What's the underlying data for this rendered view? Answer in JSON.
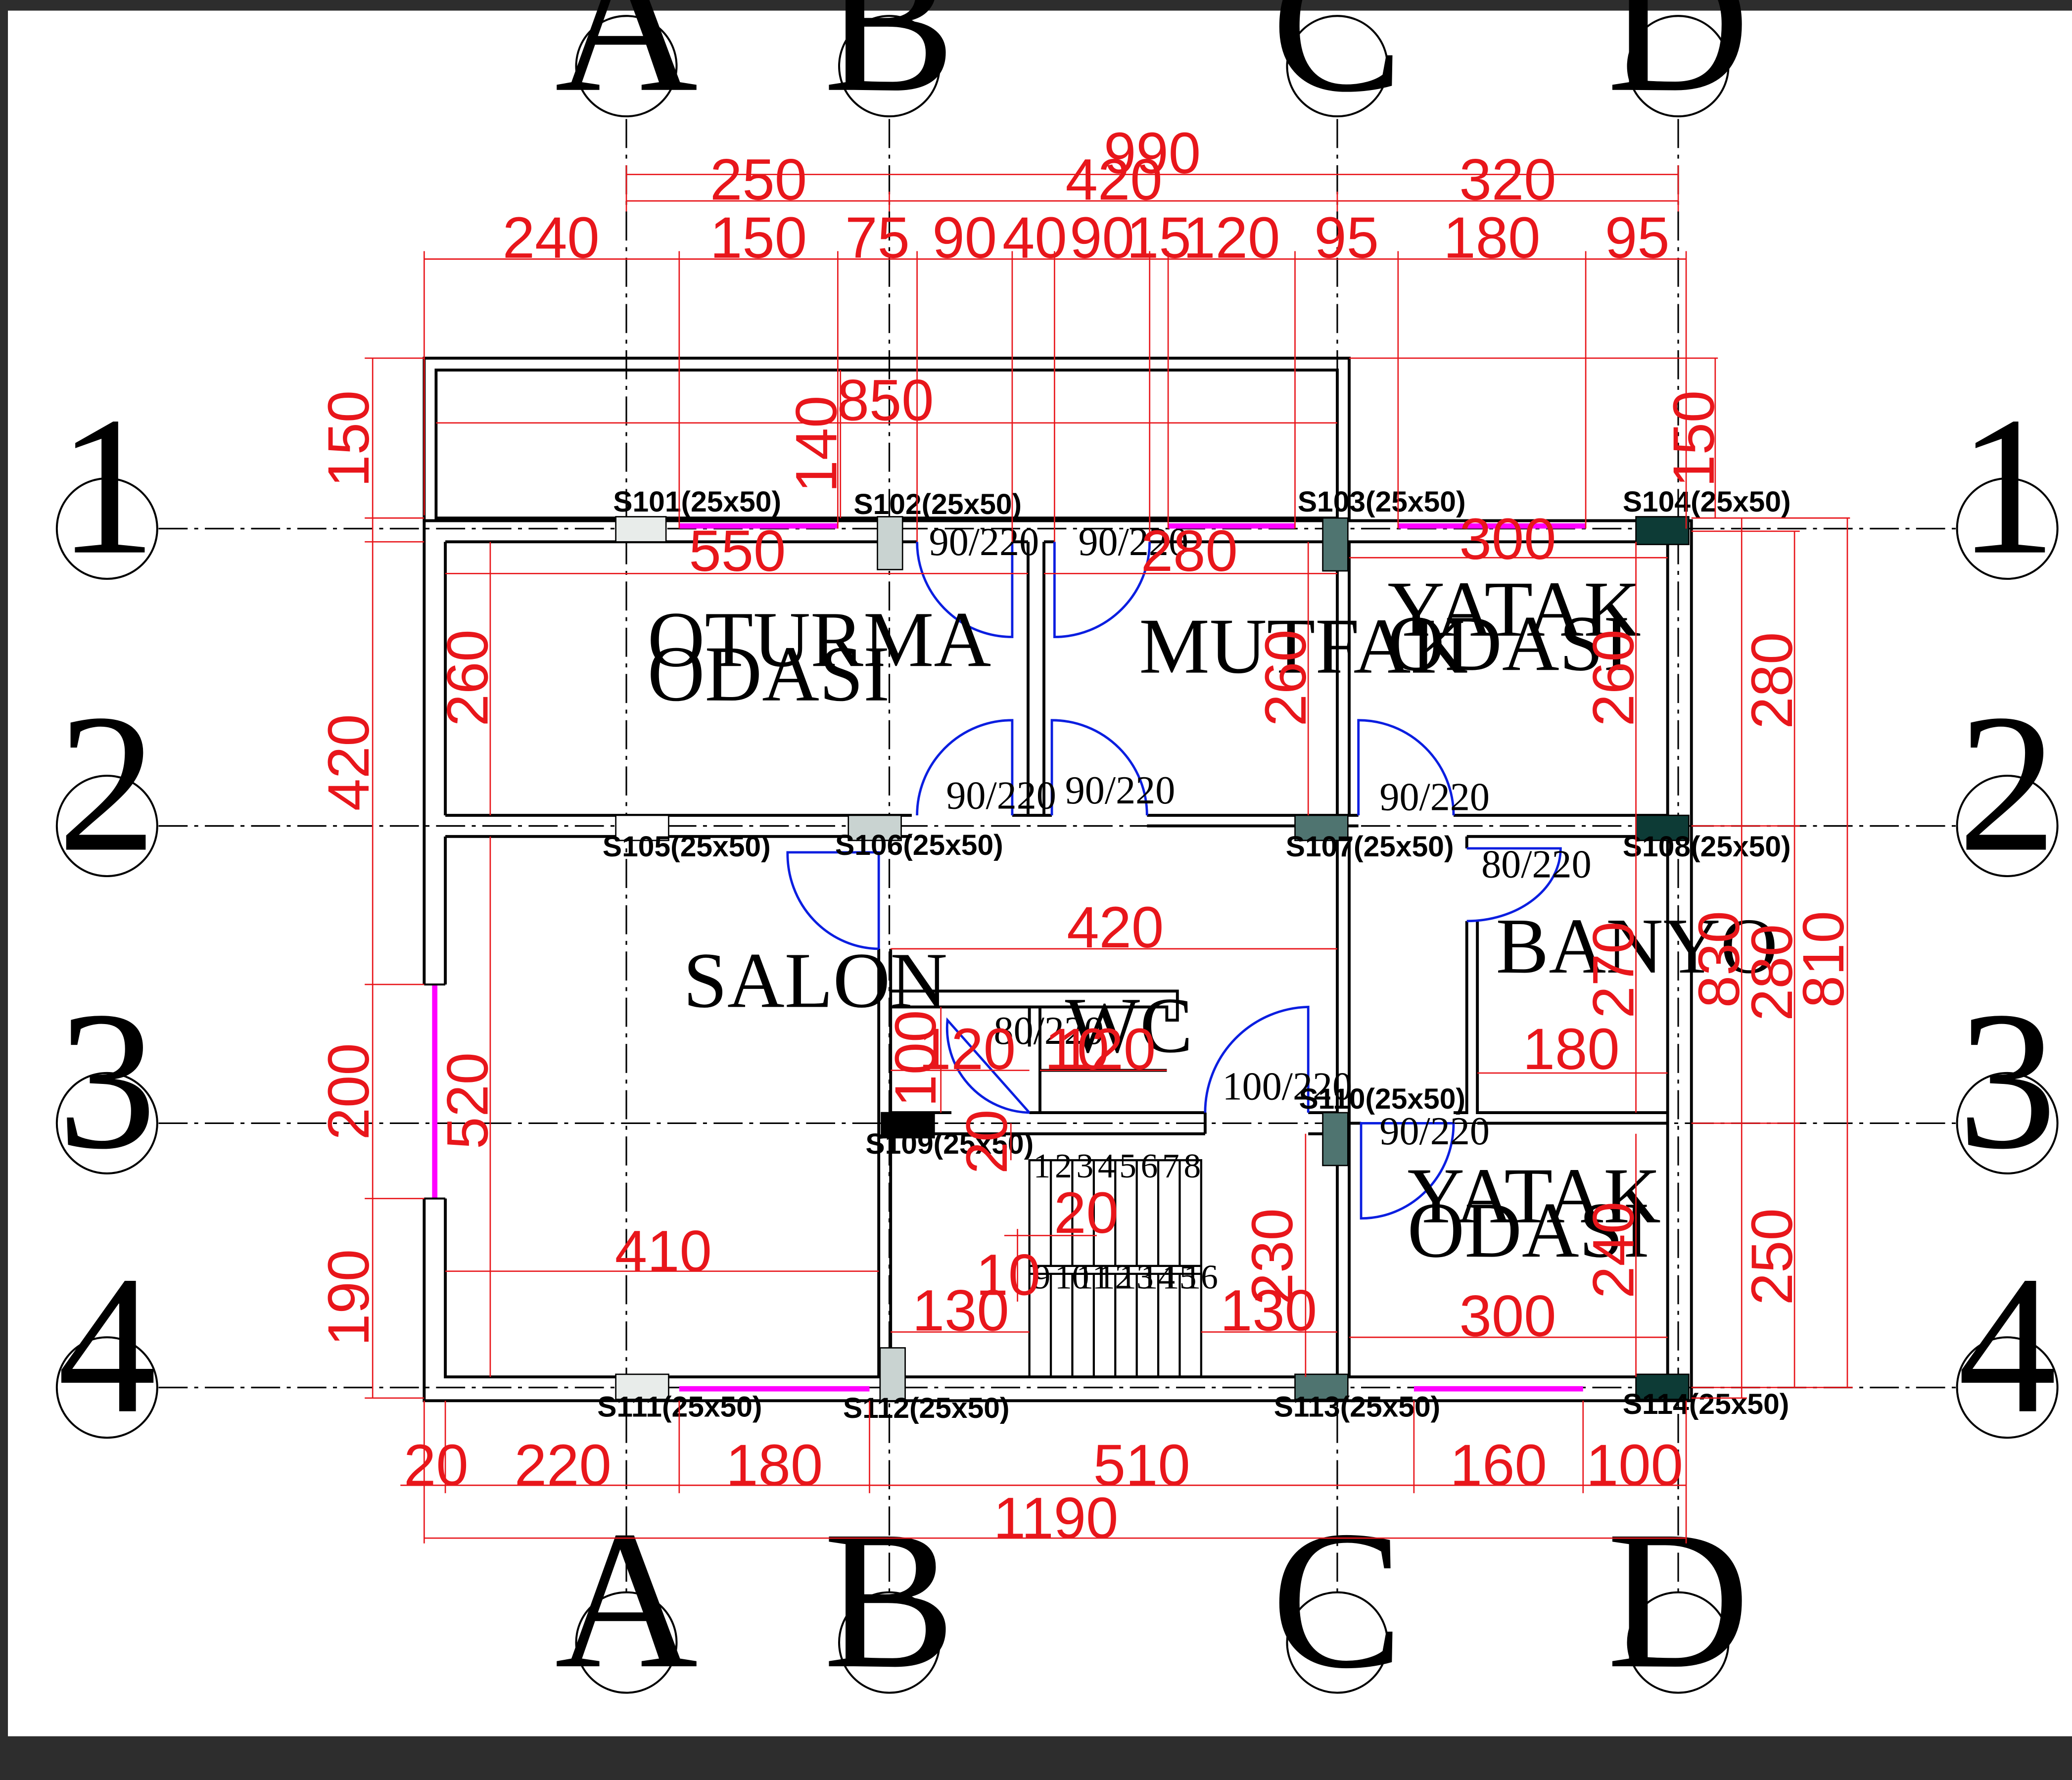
{
  "grid": {
    "columns": [
      "A",
      "B",
      "C",
      "D"
    ],
    "rows": [
      "1",
      "2",
      "3",
      "4"
    ]
  },
  "dimensions": {
    "top_overall": "990",
    "top_axis": [
      "250",
      "420",
      "320"
    ],
    "top_detail": [
      "240",
      "150",
      "75",
      "90",
      "40",
      "90",
      "15",
      "120",
      "95",
      "180",
      "95"
    ],
    "bottom_detail": [
      "20",
      "220",
      "180",
      "510",
      "160",
      "100"
    ],
    "bottom_overall": "1190",
    "left_balcony": "150",
    "left_lower": [
      "420",
      "200",
      "190"
    ],
    "right_top": "150",
    "right_outer": [
      "830",
      "810"
    ],
    "right_inner": [
      "280",
      "280",
      "250"
    ],
    "balcony_width": "850",
    "balcony_depth": "140",
    "oturma_width": "550",
    "oturma_height": "260",
    "mutfak_width": "280",
    "mutfak_height": "260",
    "yatak1_width": "300",
    "yatak1_height": "260",
    "salon_height": "520",
    "salon_width": "410",
    "hall_width": "420",
    "banyo_height": "270",
    "banyo_width": "180",
    "wc_dims": [
      "100",
      "120",
      "10",
      "120"
    ],
    "stair_dims": [
      "20",
      "20",
      "10"
    ],
    "hall_lower": [
      "130",
      "130"
    ],
    "hall_height": "230",
    "yatak2_height": "240",
    "yatak2_width": "300"
  },
  "rooms": {
    "oturma": [
      "OTURMA",
      "ODASI"
    ],
    "mutfak": "MUTFAK",
    "yatak1": [
      "YATAK",
      "ODASI"
    ],
    "salon": "SALON",
    "banyo": "BANYO",
    "wc": "WC",
    "yatak2": [
      "YATAK",
      "ODASI"
    ]
  },
  "doors": [
    "90/220",
    "90/220",
    "90/220",
    "90/220",
    "90/220",
    "80/220",
    "80/220",
    "100/220",
    "90/220"
  ],
  "columns": [
    "S101(25x50)",
    "S102(25x50)",
    "S103(25x50)",
    "S104(25x50)",
    "S105(25x50)",
    "S106(25x50)",
    "S107(25x50)",
    "S108(25x50)",
    "S109(25x50)",
    "S110(25x50)",
    "S111(25x50)",
    "S112(25x50)",
    "S113(25x50)",
    "S114(25x50)"
  ],
  "stair_steps": [
    "1",
    "2",
    "3",
    "4",
    "5",
    "6",
    "7",
    "8",
    "9",
    "10",
    "11",
    "12",
    "13",
    "14",
    "15",
    "16"
  ],
  "colors": {
    "dimension": "#e8161b",
    "door": "#0a1ee0",
    "window": "#ff00ff",
    "column_light": "#c9d3d1",
    "column_mid": "#4f7470",
    "column_dark": "#0d3b36",
    "wall": "#000000"
  }
}
